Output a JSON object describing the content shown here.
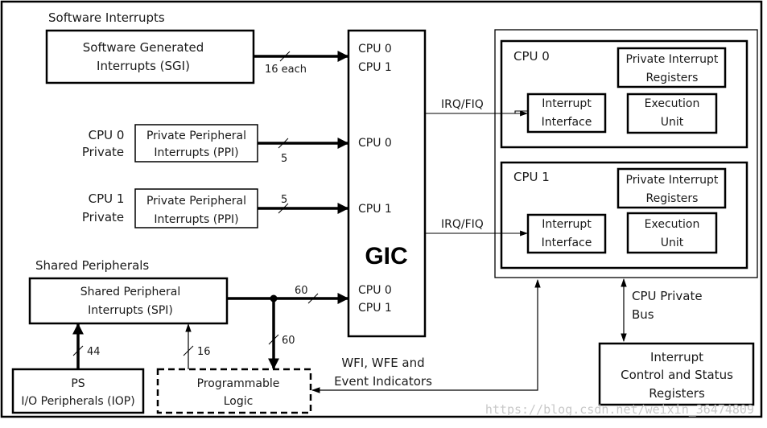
{
  "labels": {
    "software_interrupts": "Software Interrupts",
    "sgi": [
      "Software Generated",
      "Interrupts (SGI)"
    ],
    "cpu0_private": [
      "CPU 0",
      "Private"
    ],
    "cpu1_private": [
      "CPU 1",
      "Private"
    ],
    "ppi": [
      "Private Peripheral",
      "Interrupts (PPI)"
    ],
    "shared_peripherals": "Shared Peripherals",
    "spi": [
      "Shared Peripheral",
      "Interrupts (SPI)"
    ],
    "iop": [
      "PS",
      "I/O Peripherals (IOP)"
    ],
    "pl": [
      "Programmable",
      "Logic"
    ],
    "gic": "GIC",
    "cpu0": "CPU 0",
    "cpu1": "CPU 1",
    "irq_fiq": "IRQ/FIQ",
    "private_interrupt_registers": [
      "Private Interrupt",
      "Registers"
    ],
    "interrupt_interface": [
      "Interrupt",
      "Interface"
    ],
    "execution_unit": [
      "Execution",
      "Unit"
    ],
    "cpu_private_bus": [
      "CPU Private",
      "Bus"
    ],
    "icsr": [
      "Interrupt",
      "Control and Status",
      "Registers"
    ],
    "wfi": [
      "WFI, WFE and",
      "Event Indicators"
    ]
  },
  "bus_widths": {
    "sgi": "16 each",
    "ppi": "5",
    "spi_gic": "60",
    "spi_pl": "60",
    "iop": "44",
    "pl": "16"
  },
  "watermark": "https://blog.csdn.net/weixin_36474809",
  "colors": {
    "line": "#000000",
    "text": "#1a1a1a",
    "watermark": "#c9c9c9"
  }
}
